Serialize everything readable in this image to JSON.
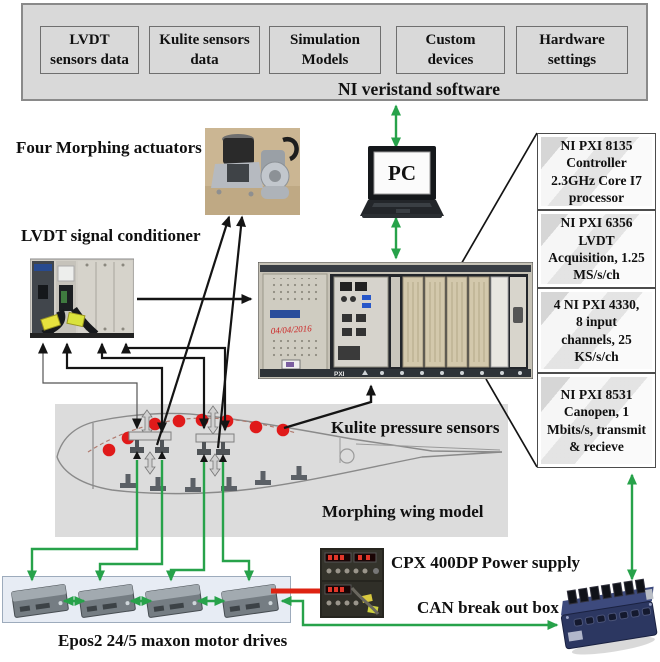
{
  "software_panel": {
    "title": "NI veristand software",
    "items": [
      {
        "label": "LVDT\nsensors data"
      },
      {
        "label": "Kulite sensors\ndata"
      },
      {
        "label": "Simulation\nModels"
      },
      {
        "label": "Custom\ndevices"
      },
      {
        "label": "Hardware\nsettings"
      }
    ]
  },
  "pxi_modules": [
    {
      "label": "NI PXI 8135\nController\n2.3GHz Core I7\nprocessor"
    },
    {
      "label": "NI PXI 6356\nLVDT\nAcquisition, 1.25\nMS/s/ch"
    },
    {
      "label": "4 NI PXI 4330,\n8 input\nchannels, 25\nKS/s/ch"
    },
    {
      "label": "NI PXI 8531\nCanopen, 1\nMbits/s, transmit\n& recieve"
    }
  ],
  "labels": {
    "actuators": "Four Morphing actuators",
    "conditioner": "LVDT signal conditioner",
    "pc": "PC",
    "kulite": "Kulite pressure sensors",
    "wing": "Morphing wing model",
    "drives": "Epos2 24/5 maxon motor drives",
    "power": "CPX 400DP Power supply",
    "canbox": "CAN break out box"
  },
  "pxi_chassis": {
    "handwriting": "04/04/2016",
    "front_label": "PXI"
  },
  "colors": {
    "arrow_green": "#27a24a",
    "line_red": "#de2312",
    "sensor_dot_red": "#e01a1a",
    "panel_gray": "#d9d9d9",
    "wing_gray": "#dcdcdc",
    "drives_bg": "#e7ecf4"
  }
}
